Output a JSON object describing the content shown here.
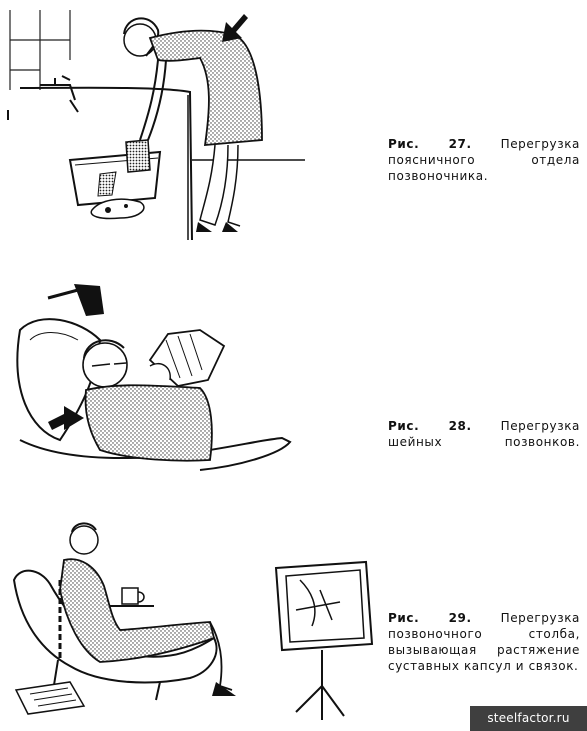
{
  "figures": [
    {
      "label": "Рис. 27.",
      "text": "Перегрузка поясничного отдела позвоночника."
    },
    {
      "label": "Рис. 28.",
      "text": "Перегрузка шейных позвонков."
    },
    {
      "label": "Рис. 29.",
      "text": "Перегрузка позвоночного столба, вызывающая растяжение суставных капсул и связок."
    }
  ],
  "watermark": "steelfactor.ru"
}
